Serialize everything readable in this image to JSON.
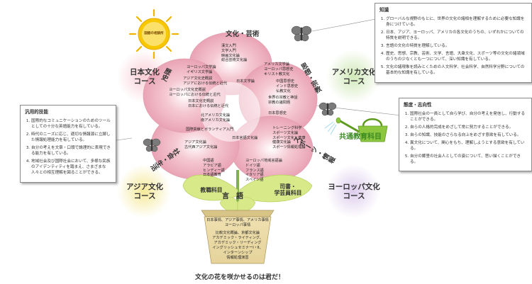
{
  "center_label": "言　語",
  "caption": "文化の花を咲かせるのは君だ！",
  "sun_label": "国語の相談所",
  "courses": {
    "japan": "日本文化\nコース",
    "america": "アメリカ文化\nコース",
    "asia": "アジア文化\nコース",
    "europe": "ヨーロッパ文化\nコース"
  },
  "kyoutsu_label": "共通教育科目",
  "themes": {
    "culture_art": "文化・芸術",
    "thought_religion": "思想・宗教",
    "sports_media": "スポーツ・情報",
    "society_life": "社会・生活",
    "history": "歴史"
  },
  "knowledge_box": {
    "title": "知識",
    "items": [
      "グローバルな視野のもとに、世界の文化の諸相を理解するために必要な知識を身につけている。",
      "日本、アジア、ヨーロッパ、アメリカの各文化のうちの、いずれかについての特質を説明できる。",
      "言語の文化の特質を理解している。",
      "歴史、思想、宗教、芸術、文学、言語、大衆文化、スポーツ等の文化の諸領域のうちの少なくとも一つについて、深い知識を有している。",
      "文化の諸現象を読みとくための人文科学、社会科学、自然科学分野についての基本的な知識を有している。"
    ]
  },
  "generic_box": {
    "title": "汎用的技能",
    "items": [
      "国際的なコミュニケーションのためのツールとしての十分な英語能力を有している。",
      "時代のニーズに応じ、適切な情報源に立脚した情報処理能力を有している。",
      "自分の考えを文章・口頭で論理的に表現できる能力を有している。",
      "地域社会及び国際社会において、多様な民族のアイデンティティを踏まえ、さまざまな人々との相互理解を図ることができる。"
    ]
  },
  "attitude_box": {
    "title": "態度・志向性",
    "items": [
      "国際社会の一員として自ら学び、自分の考えを発信し、行動することができる。",
      "自らの人格的完成をめざして常に努力することができる。",
      "自らの知識、技能のさらなる向上をめざす意欲を有している。",
      "異文化について、関心をもち、理解しようとする意欲を有している。",
      "自分の郷里の社会人としての姿について、思い描くことができる。"
    ]
  },
  "petals": {
    "top": [
      "漢文入門",
      "文学入門",
      "映画文化論",
      "総合芸術文化論"
    ],
    "top_left": [
      "ヨーロッパ文学論",
      "イギリス文学論"
    ],
    "top_right": [
      "アメリカ文学論",
      "ヨーロッパ思想史",
      "キリスト教文化"
    ],
    "upper_right": [
      "中国思想史",
      "インド思想史",
      "仏教文化"
    ],
    "mid_right": [
      "世界の宗教と神話",
      "宗教の諸問題"
    ],
    "center_tl": [
      "日本文学論"
    ],
    "center_r": [
      "日本思想史"
    ],
    "left_a": [
      "アジア文化史概説",
      "アジアにおける伝統と近代"
    ],
    "left_b": [
      "ヨーロッパ文化史概説",
      "ヨーロッパにおける伝統と近代"
    ],
    "left_c": [
      "日本文化史概説",
      "日本における伝統と近代"
    ],
    "center_l": [
      "北アメリカ文化論",
      "南アメリカ文化論"
    ],
    "lower_l": [
      "国際貢献とボランティア入門"
    ],
    "lower_l2": [
      "アジア文化論",
      "古代西アジア文化論"
    ],
    "center_b": [
      "日本言語文化論"
    ],
    "right_b": [
      "トレーニング科学",
      "スポーツ文化論",
      "スポーツ文化と健康",
      "健康文化論",
      "スポーツ情報処理論"
    ],
    "bottom_l": [
      "中国語",
      "アラビア語",
      "ヒンディー語",
      "日本語教育"
    ],
    "bottom_r": [
      "ヨーロッパ地域言語論",
      "ドイツ語",
      "フランス語",
      "イタリア語",
      "スペイン語"
    ]
  },
  "leaves": {
    "left": "教職科目",
    "right": "司書・\n学芸員科目"
  },
  "pot": {
    "top_lines": [
      "日本事情、アジア事情、アメリカ事情",
      "ヨーロッパ事情"
    ],
    "bottom_lines": [
      "比較文化概論、京都文化論",
      "アカデミック・ライティング、",
      "アカデミック・リーディング",
      "イングリッシュセミナーⅠ・Ⅱ、",
      "インターンシップ",
      "情報処理演習"
    ]
  }
}
